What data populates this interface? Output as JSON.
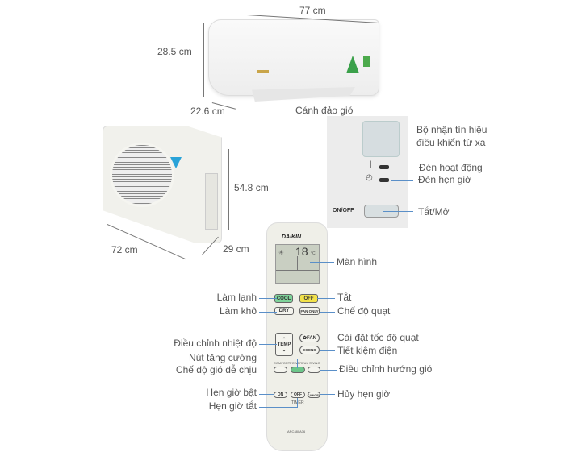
{
  "indoor_unit": {
    "width": "77 cm",
    "height": "28.5 cm",
    "depth": "22.6 cm",
    "vane_label": "Cánh đảo gió"
  },
  "outdoor_unit": {
    "height": "54.8 cm",
    "width": "72  cm",
    "depth": "29 cm"
  },
  "panel": {
    "onoff_text": "ON/OFF",
    "sensor_label_line1": "Bộ nhận tín hiệu",
    "sensor_label_line2": "điều khiển từ xa",
    "run_lamp_label": "Đèn hoạt động",
    "timer_lamp_label": "Đèn hẹn giờ",
    "onoff_label": "Tắt/Mở"
  },
  "remote": {
    "brand": "DAIKIN",
    "display_temp": "18",
    "display_unit": "°C",
    "model": "ARC480A36",
    "buttons": {
      "cool": "COOL",
      "off": "OFF",
      "dry": "DRY",
      "fan_only": "FAN ONLY",
      "temp": "TEMP",
      "fan": "✿FAN",
      "econo": "ECONO",
      "comfort": "COMFORT",
      "powerful": "POWERFUL",
      "swing": "SWING",
      "timer_on": "ON",
      "timer_off": "OFF",
      "cancel": "CANCEL",
      "timer": "TIMER"
    },
    "labels": {
      "screen": "Màn hình",
      "cool": "Làm lạnh",
      "off": "Tắt",
      "dry": "Làm khô",
      "fan_only": "Chế độ quạt",
      "temp": "Điều chỉnh nhiệt độ",
      "fan": "Cài đặt tốc độ quạt",
      "econo": "Tiết kiệm điện",
      "powerful": "Nút tăng cường",
      "comfort": "Chế độ gió dễ chịu",
      "swing": "Điều chỉnh hướng gió",
      "timer_on": "Hẹn giờ bật",
      "timer_off": "Hẹn giờ tắt",
      "cancel": "Hủy hẹn giờ"
    }
  },
  "colors": {
    "callout": "#5a8fc8",
    "cool": "#7fd39a",
    "off": "#f2e24a",
    "powerful": "#6cc68a",
    "logo": "#2aa3d8"
  }
}
